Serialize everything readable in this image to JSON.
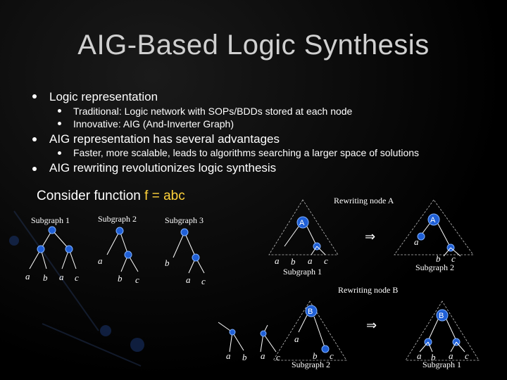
{
  "title": "AIG-Based Logic Synthesis",
  "bullets": [
    {
      "text": "Logic representation",
      "sub": [
        "Traditional: Logic network with SOPs/BDDs stored at each node",
        "Innovative: AIG (And-Inverter Graph)"
      ]
    },
    {
      "text": "AIG representation has several advantages",
      "sub": [
        "Faster, more scalable, leads to algorithms searching a larger space of solutions"
      ]
    },
    {
      "text": "AIG rewriting revolutionizes logic synthesis",
      "sub": []
    }
  ],
  "consider": {
    "prefix": "Consider function ",
    "function": "f = abc"
  },
  "diagram": {
    "subgraphs": [
      "Subgraph 1",
      "Subgraph 2",
      "Subgraph 3"
    ],
    "rewriting_a": "Rewriting node A",
    "rewriting_b": "Rewriting node B",
    "node_a": "A",
    "node_b": "B",
    "arrow": "⇒",
    "leaf_a": "a",
    "leaf_b": "b",
    "leaf_c": "c"
  },
  "colors": {
    "node": "#1f5fd6",
    "function": "#ffd23a",
    "title": "#d0d0d0"
  }
}
